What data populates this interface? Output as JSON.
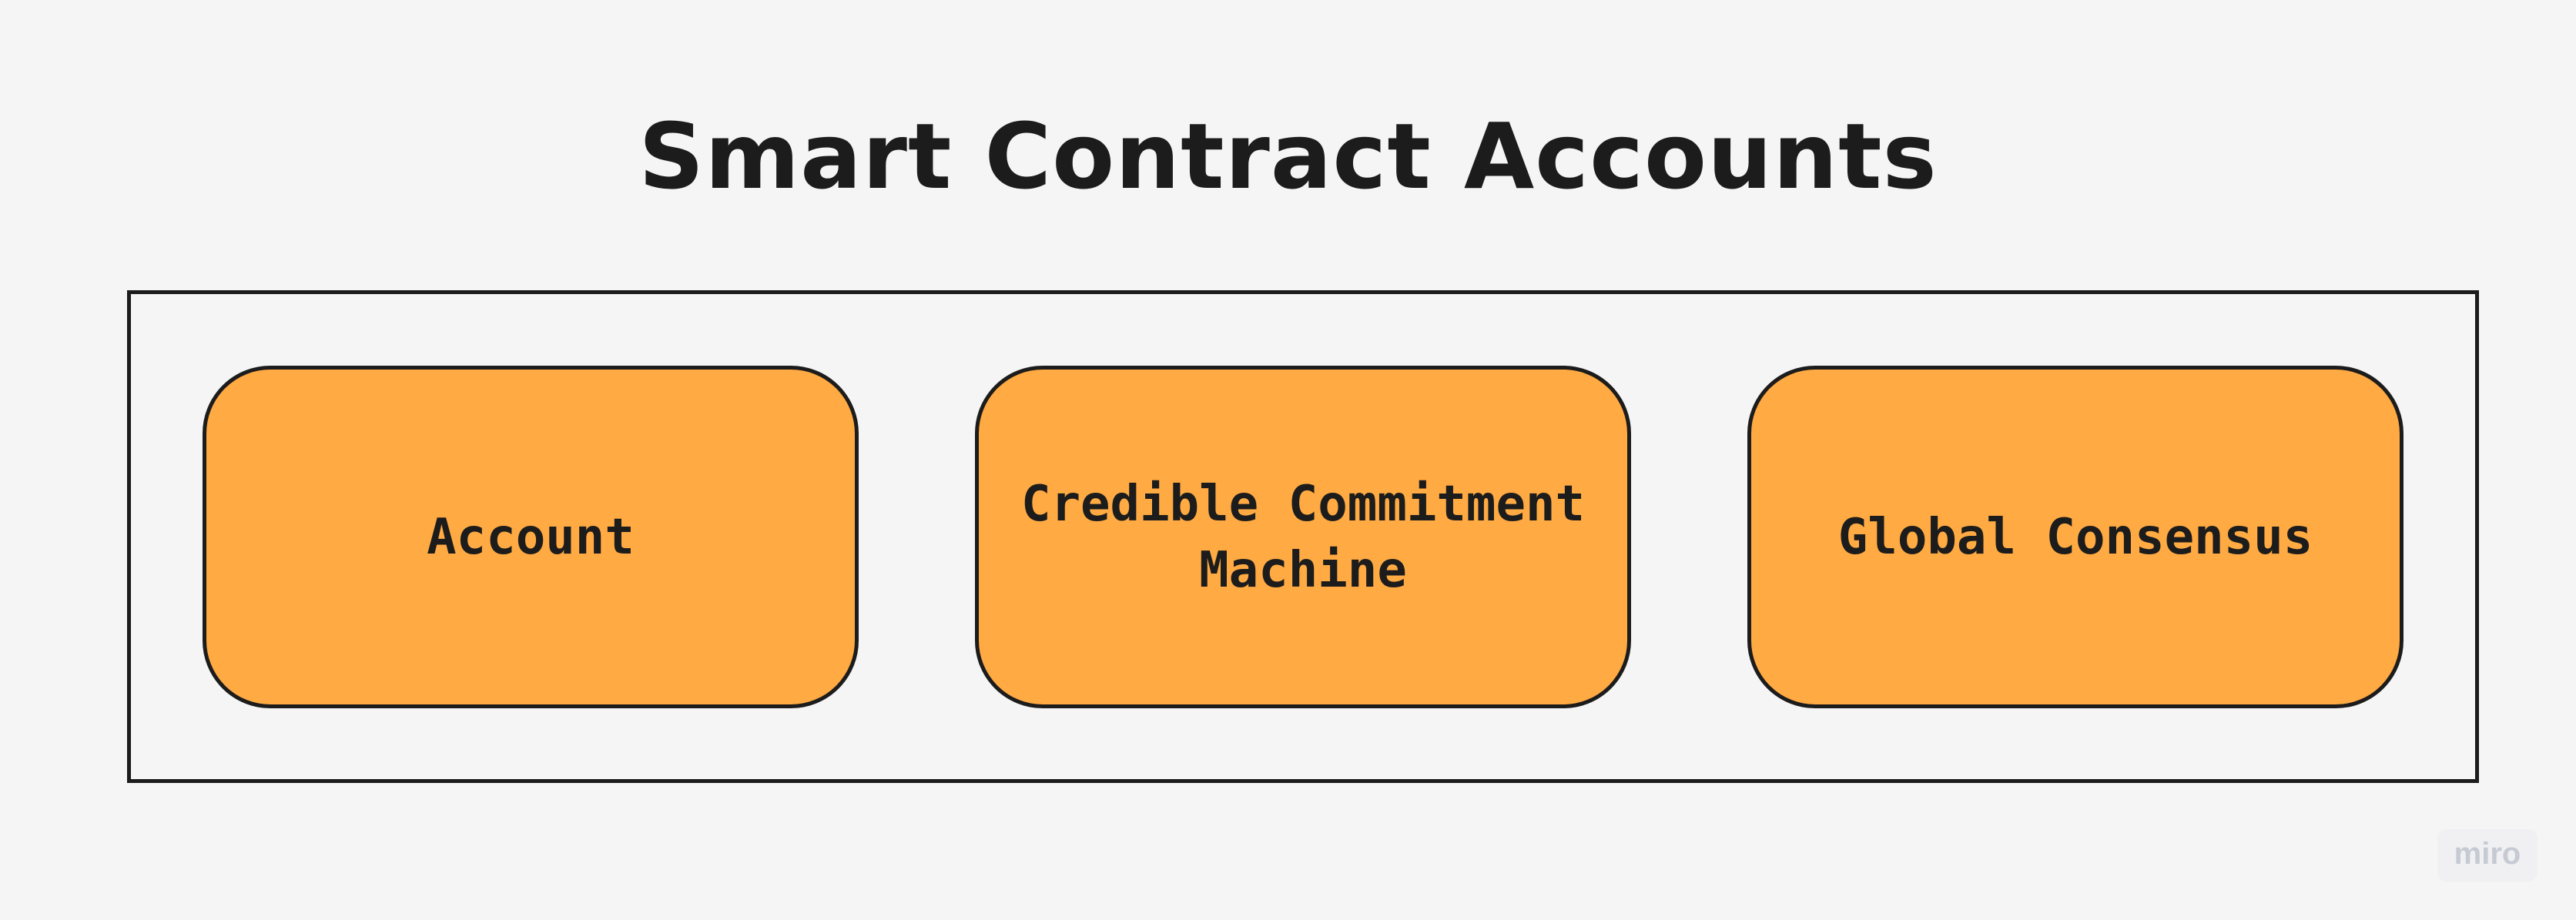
{
  "title": "Smart Contract Accounts",
  "nodes": [
    {
      "label": "Account"
    },
    {
      "label": "Credible Commitment\nMachine"
    },
    {
      "label": "Global Consensus"
    }
  ],
  "watermark": {
    "text": "miro"
  },
  "colors": {
    "background": "#f5f5f5",
    "node_fill": "#ffaa42",
    "stroke": "#1c1c1c",
    "watermark": "#c5cad3"
  }
}
